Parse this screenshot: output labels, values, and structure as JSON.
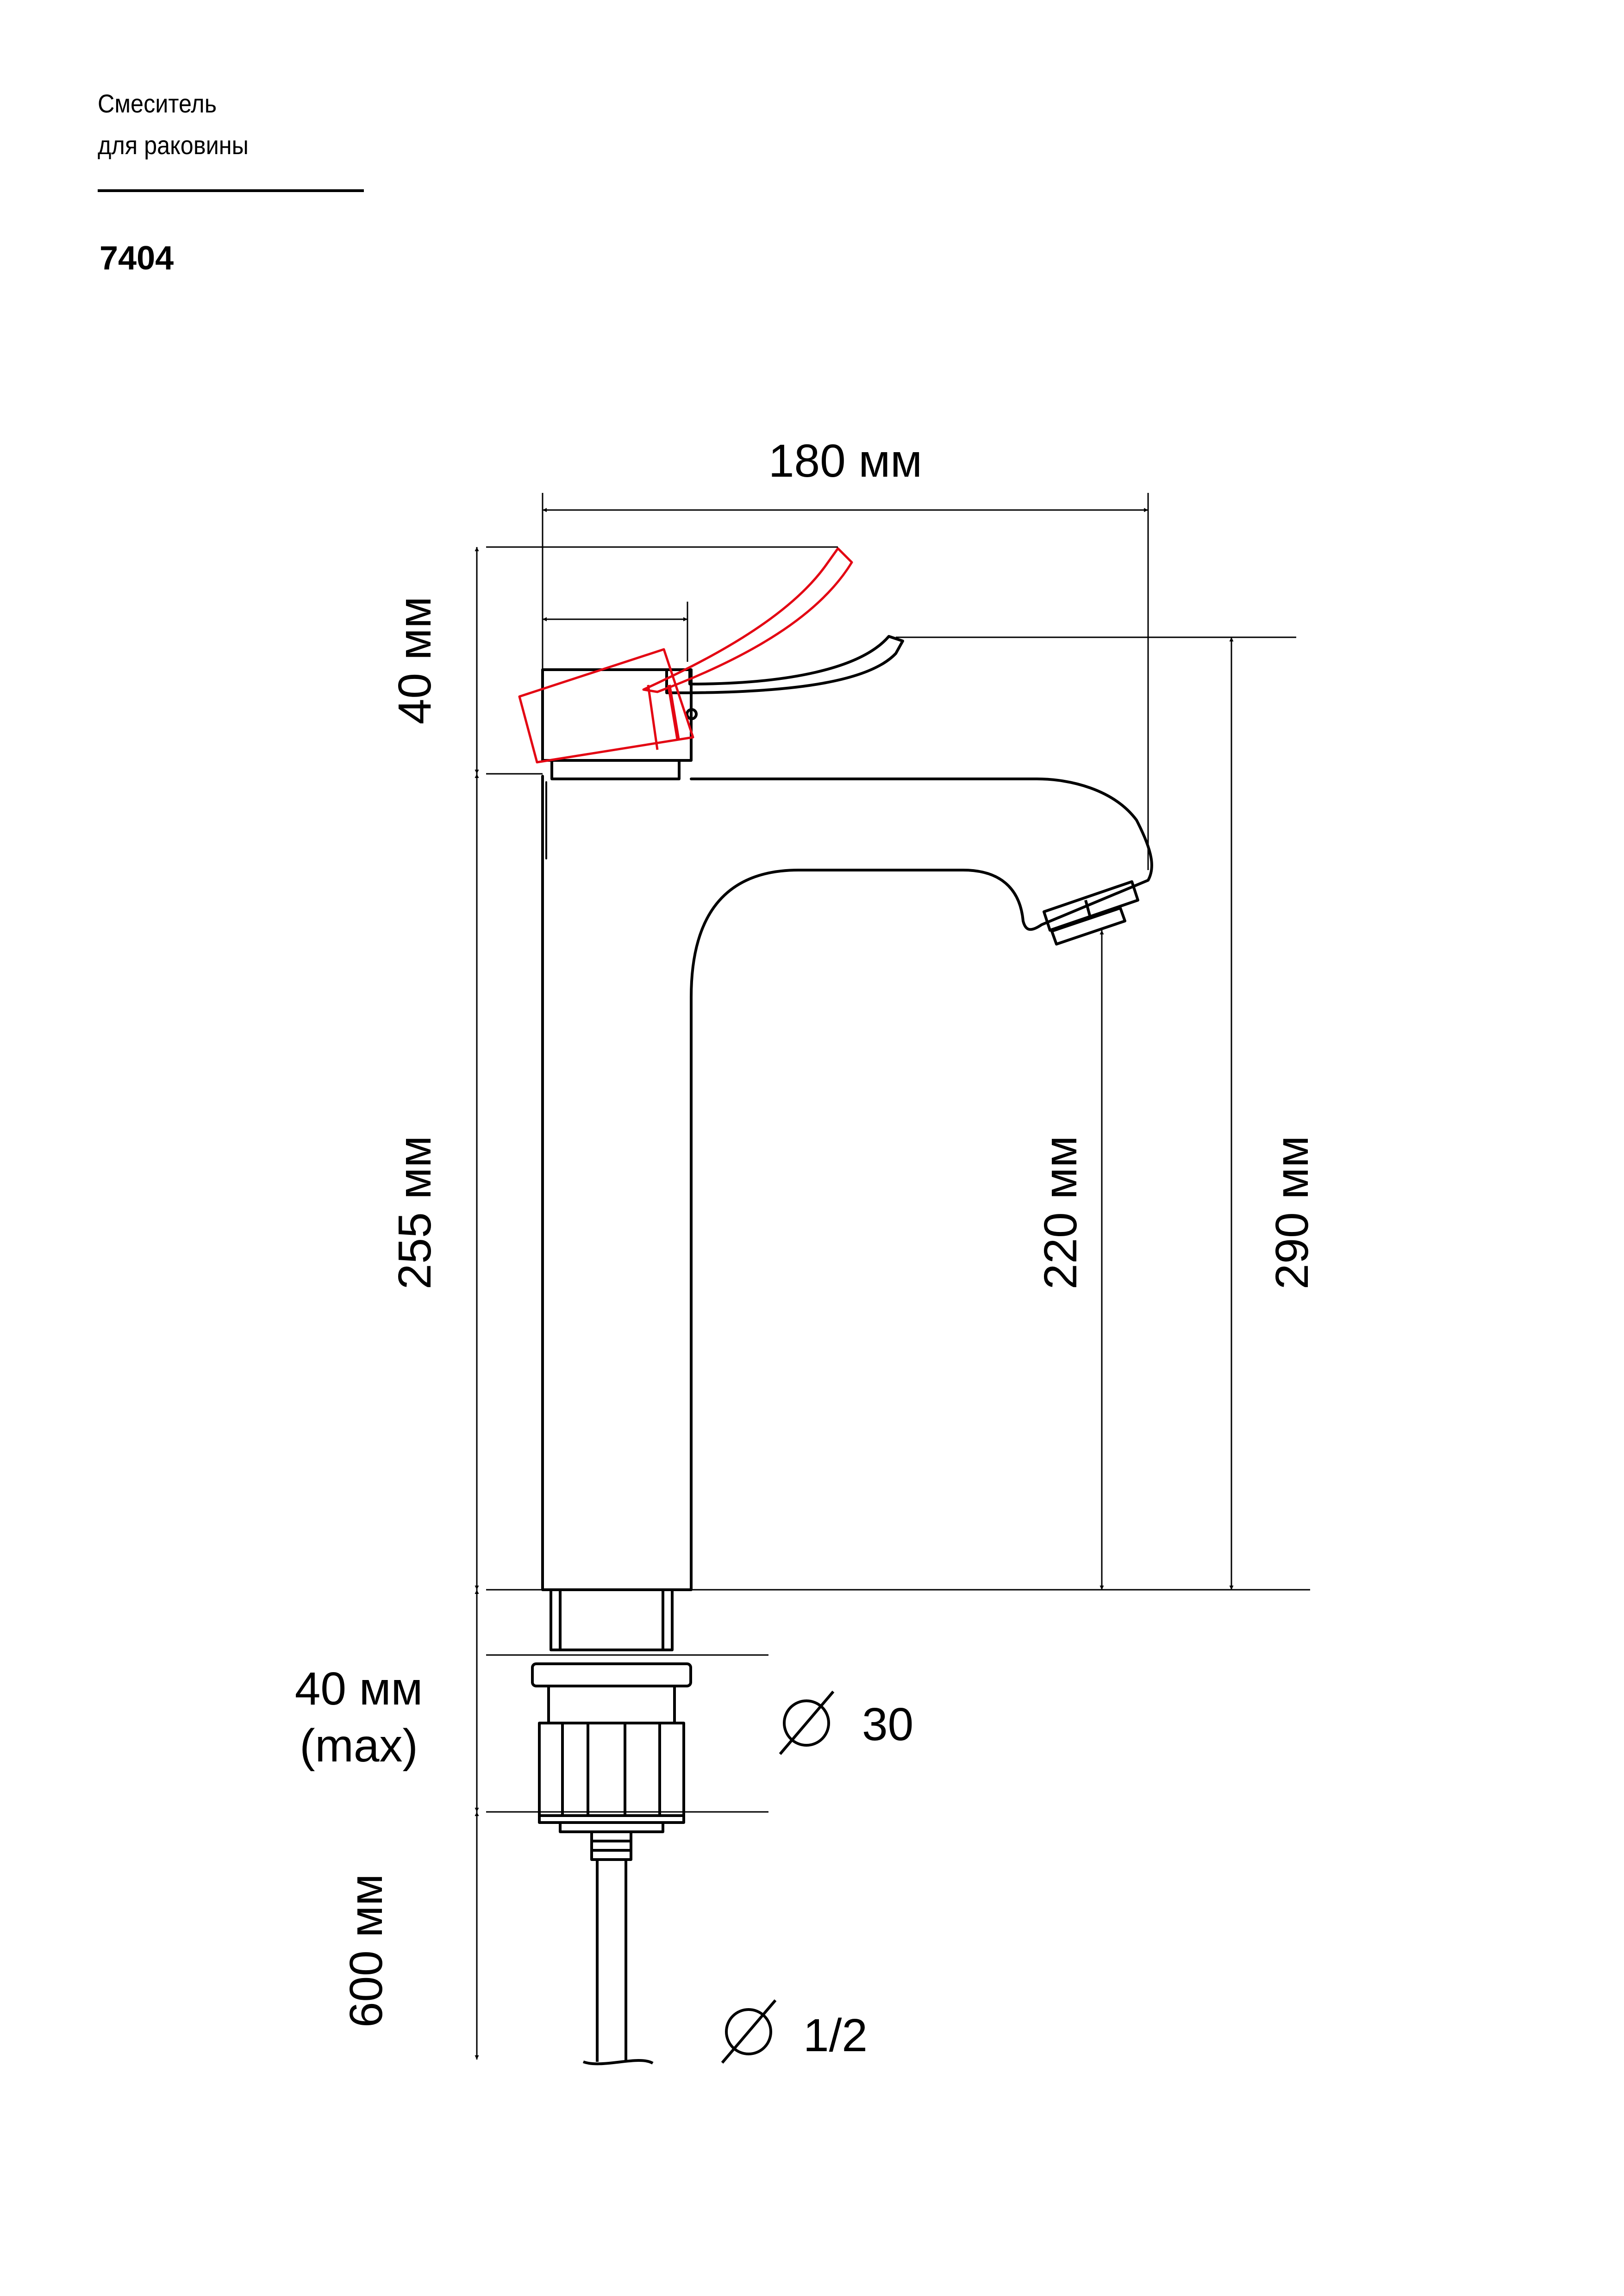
{
  "header": {
    "product_line1": "Смеситель",
    "product_line2": "для раковины",
    "model": "7404"
  },
  "dimensions": {
    "total_width": "180 мм",
    "handle_height": "40 мм",
    "body_height": "255 мм",
    "spout_height": "220 мм",
    "total_height": "290 мм",
    "mount_thickness": "40 мм",
    "mount_thickness_note": "(max)",
    "hose_length": "600 мм"
  },
  "diameters": {
    "mount_diameter": "30",
    "hose_thread": "1/2"
  },
  "colors": {
    "outline": "#000000",
    "alt_handle_position": "#e30613"
  }
}
